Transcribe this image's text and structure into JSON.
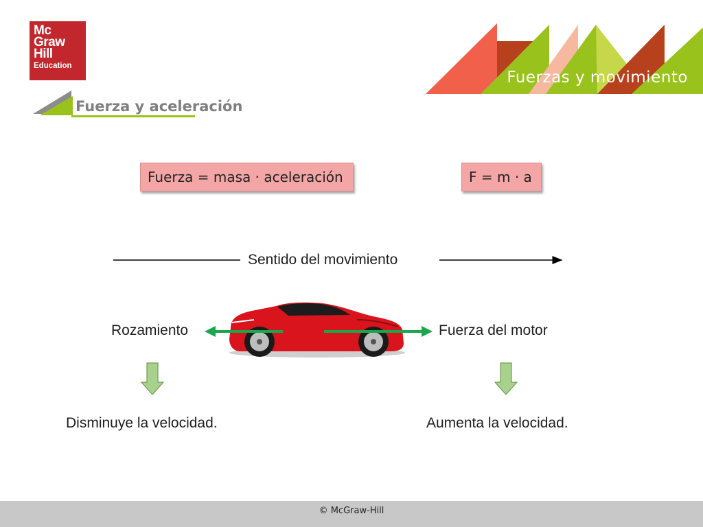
{
  "brand": {
    "logo_line1": "Mc",
    "logo_line2": "Graw",
    "logo_line3": "Hill",
    "logo_line4": "Education",
    "color": "#c1272d"
  },
  "header": {
    "chapter_title": "Fuerzas y movimiento",
    "colors": [
      "#f0604a",
      "#b7411c",
      "#99c31c",
      "#f6b9a0",
      "#c6d84a"
    ]
  },
  "section": {
    "title": "Fuerza y aceleración"
  },
  "formulas": {
    "words": "Fuerza = masa · aceleración",
    "symbols": "F = m · a",
    "box_color": "#f4a5a5"
  },
  "diagram": {
    "motion_direction": "Sentido del movimiento",
    "friction": "Rozamiento",
    "engine_force": "Fuerza del motor",
    "friction_effect": "Disminuye la velocidad.",
    "engine_effect": "Aumenta la velocidad.",
    "arrow_color": "#1aa64a",
    "effect_arrow_color": "#a9d18e"
  },
  "footer": {
    "copyright": "© McGraw-Hill"
  }
}
